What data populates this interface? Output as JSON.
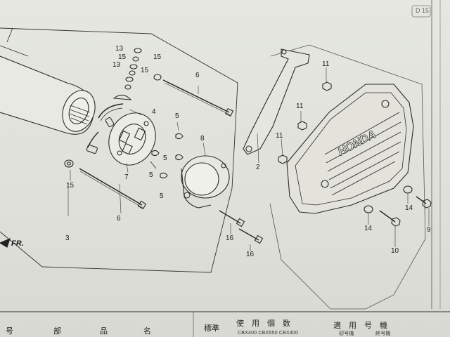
{
  "diagram": {
    "brand_text": "HONDA",
    "direction_marker": "FR.",
    "corner_mark": "D 15",
    "part_labels": [
      {
        "id": "p13a",
        "text": "13"
      },
      {
        "id": "p15a",
        "text": "15"
      },
      {
        "id": "p15b",
        "text": "15"
      },
      {
        "id": "p13b",
        "text": "13"
      },
      {
        "id": "p15c",
        "text": "15"
      },
      {
        "id": "p6a",
        "text": "6"
      },
      {
        "id": "p4",
        "text": "4"
      },
      {
        "id": "p5a",
        "text": "5"
      },
      {
        "id": "p5b",
        "text": "5"
      },
      {
        "id": "p5c",
        "text": "5"
      },
      {
        "id": "p5d",
        "text": "5"
      },
      {
        "id": "p7",
        "text": "7"
      },
      {
        "id": "p8",
        "text": "8"
      },
      {
        "id": "p15d",
        "text": "15"
      },
      {
        "id": "p6b",
        "text": "6"
      },
      {
        "id": "p3",
        "text": "3"
      },
      {
        "id": "p16a",
        "text": "16"
      },
      {
        "id": "p16b",
        "text": "16"
      },
      {
        "id": "p11a",
        "text": "11"
      },
      {
        "id": "p11b",
        "text": "11"
      },
      {
        "id": "p11c",
        "text": "11"
      },
      {
        "id": "p2",
        "text": "2"
      },
      {
        "id": "p14a",
        "text": "14"
      },
      {
        "id": "p14b",
        "text": "14"
      },
      {
        "id": "p10",
        "text": "10"
      },
      {
        "id": "p9",
        "text": "9"
      }
    ]
  },
  "footer": {
    "col_no": "号",
    "col_part1": "部",
    "col_part2": "品",
    "col_name": "名",
    "col_std": "標準",
    "col_qty": "使　用　個　数",
    "col_applicable": "適　用　号　機",
    "models": "CBX400  CBX550  CBX400",
    "sub_label": "初号機",
    "sub_label2": "終号機"
  }
}
